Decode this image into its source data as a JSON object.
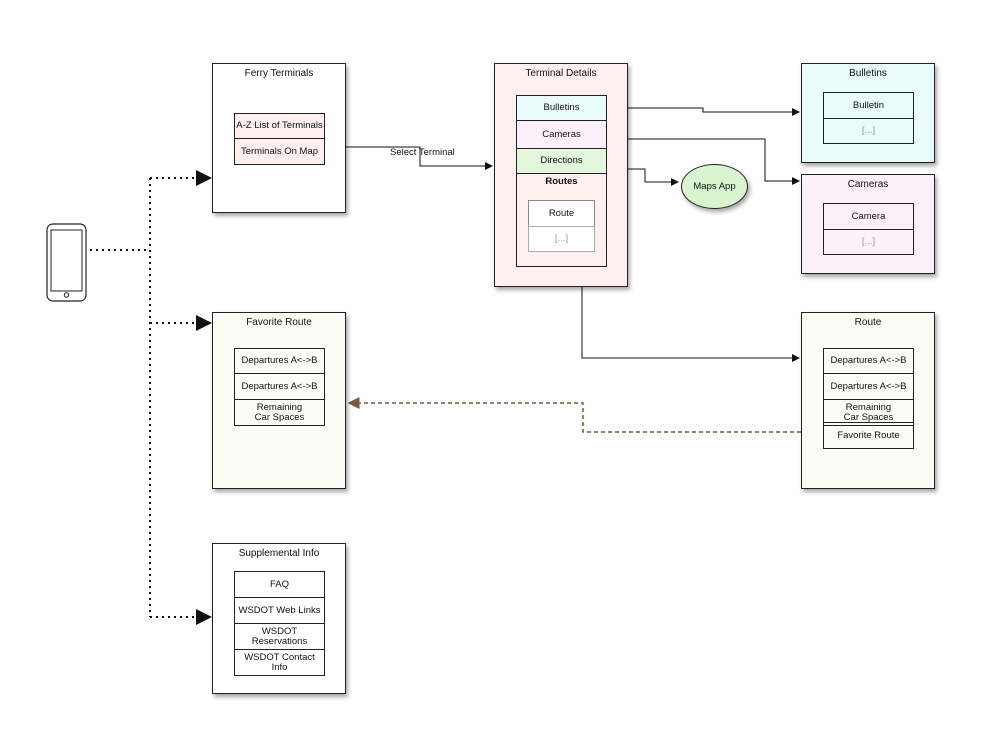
{
  "colors": {
    "terminal_details_bg": "#fdf0ef",
    "bulletins_bg": "#e9fbfb",
    "cameras_bg": "#fbf0fb",
    "directions_bg": "#e2f7dc",
    "cream_bg": "#fbfcf3",
    "maps_bg": "#d8f5d0",
    "favorite_link": "#7a5a3a"
  },
  "phone": {
    "icon": "smartphone-icon"
  },
  "ferry_terminals": {
    "title": "Ferry Terminals",
    "items": [
      "A-Z List of Terminals",
      "Terminals On Map"
    ]
  },
  "edge_select_terminal": "Select Terminal",
  "terminal_details": {
    "title": "Terminal Details",
    "items": [
      "Bulletins",
      "Cameras",
      "Directions"
    ],
    "routes_heading": "Routes",
    "route_item": "Route",
    "route_more": "[...]"
  },
  "maps_app": "Maps App",
  "bulletins": {
    "title": "Bulletins",
    "item": "Bulletin",
    "more": "[...]"
  },
  "cameras": {
    "title": "Cameras",
    "item": "Camera",
    "more": "[...]"
  },
  "favorite_route": {
    "title": "Favorite Route",
    "items": [
      "Departures A<->B",
      "Departures A<->B",
      "Remaining Car Spaces"
    ]
  },
  "route": {
    "title": "Route",
    "items": [
      "Departures A<->B",
      "Departures A<->B",
      "Remaining Car Spaces",
      "Favorite Route"
    ]
  },
  "supplemental_info": {
    "title": "Supplemental Info",
    "items": [
      "FAQ",
      "WSDOT Web Links",
      "WSDOT Reservations",
      "WSDOT Contact Info"
    ]
  }
}
